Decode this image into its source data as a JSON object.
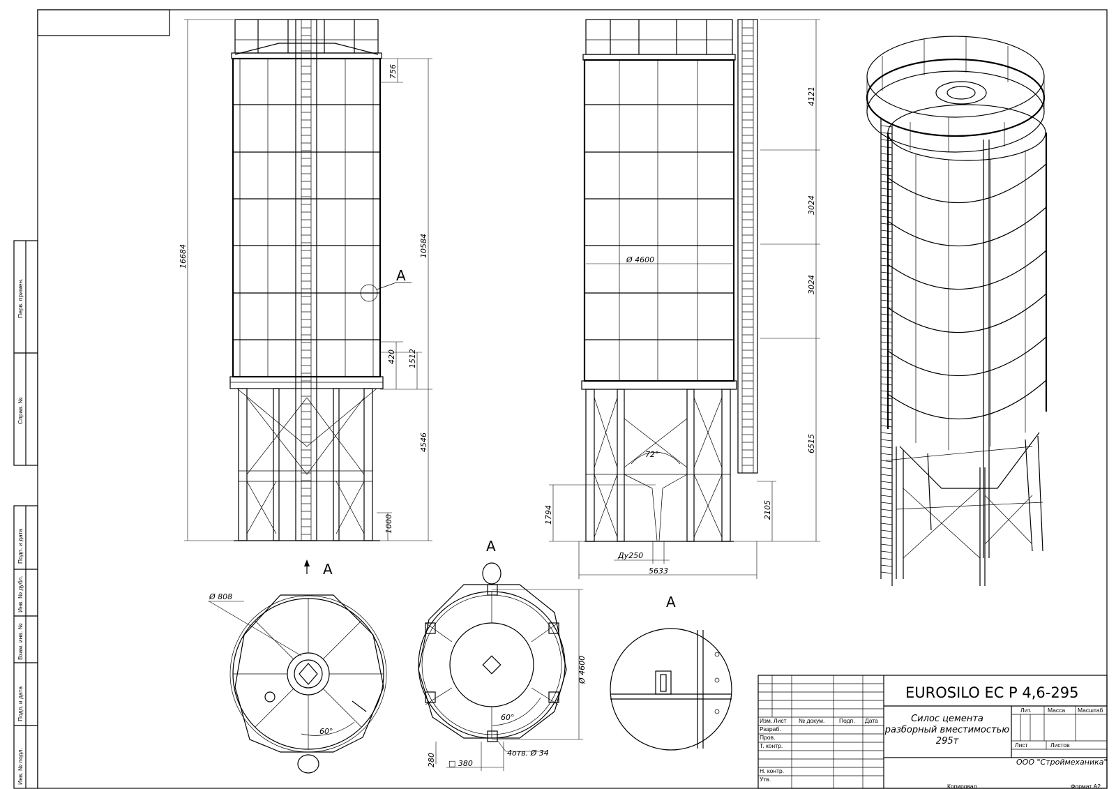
{
  "title_block": {
    "designation": "EUROSILO EC P 4,6-295",
    "name_line1": "Силос цемента",
    "name_line2": "разборный вместимостью",
    "name_line3": "295т",
    "company": "ООО \"Строймеханика\"",
    "col_izm": "Изм.",
    "col_list": "Лист",
    "col_doc": "№ докум.",
    "col_podp": "Подп.",
    "col_data": "Дата",
    "row_razrab": "Разраб.",
    "row_prov": "Пров.",
    "row_tkontr": "Т. контр.",
    "row_nkontr": "Н. контр.",
    "row_utv": "Утв.",
    "lit": "Лит.",
    "massa": "Масса",
    "masshtab": "Масштаб",
    "sheet": "Лист",
    "sheets": "Листов",
    "copied": "Копировал",
    "format": "Формат А2"
  },
  "side_stamp": [
    "Перв. примен.",
    "Справ. №",
    "Подп. и дата",
    "Инв. № дубл.",
    "Взам. инв. №",
    "Подп. и дата",
    "Инв. № подл."
  ],
  "dimensions": {
    "total_height": "16684",
    "cylinder_height": "10584",
    "top_section": "756",
    "ring_420": "420",
    "ring_1512": "1512",
    "support_height": "4546",
    "base_1000": "1000",
    "diameter": "Ø 4600",
    "diameter_v": "Ø 4600",
    "seg_4121": "4121",
    "seg_3024a": "3024",
    "seg_3024b": "3024",
    "seg_6515": "6515",
    "h_1794": "1794",
    "h_2105": "2105",
    "angle_72": "72°",
    "du250": "Ду250",
    "width_5633": "5633",
    "d808": "Ø 808",
    "angle_60a": "60°",
    "angle_60b": "60°",
    "holes": "4отв. Ø 34",
    "sq380": "□ 380",
    "dim280": "280"
  },
  "view_labels": {
    "callout_a": "A",
    "arrow_a": "A",
    "view_a": "A",
    "detail_a": "A"
  }
}
